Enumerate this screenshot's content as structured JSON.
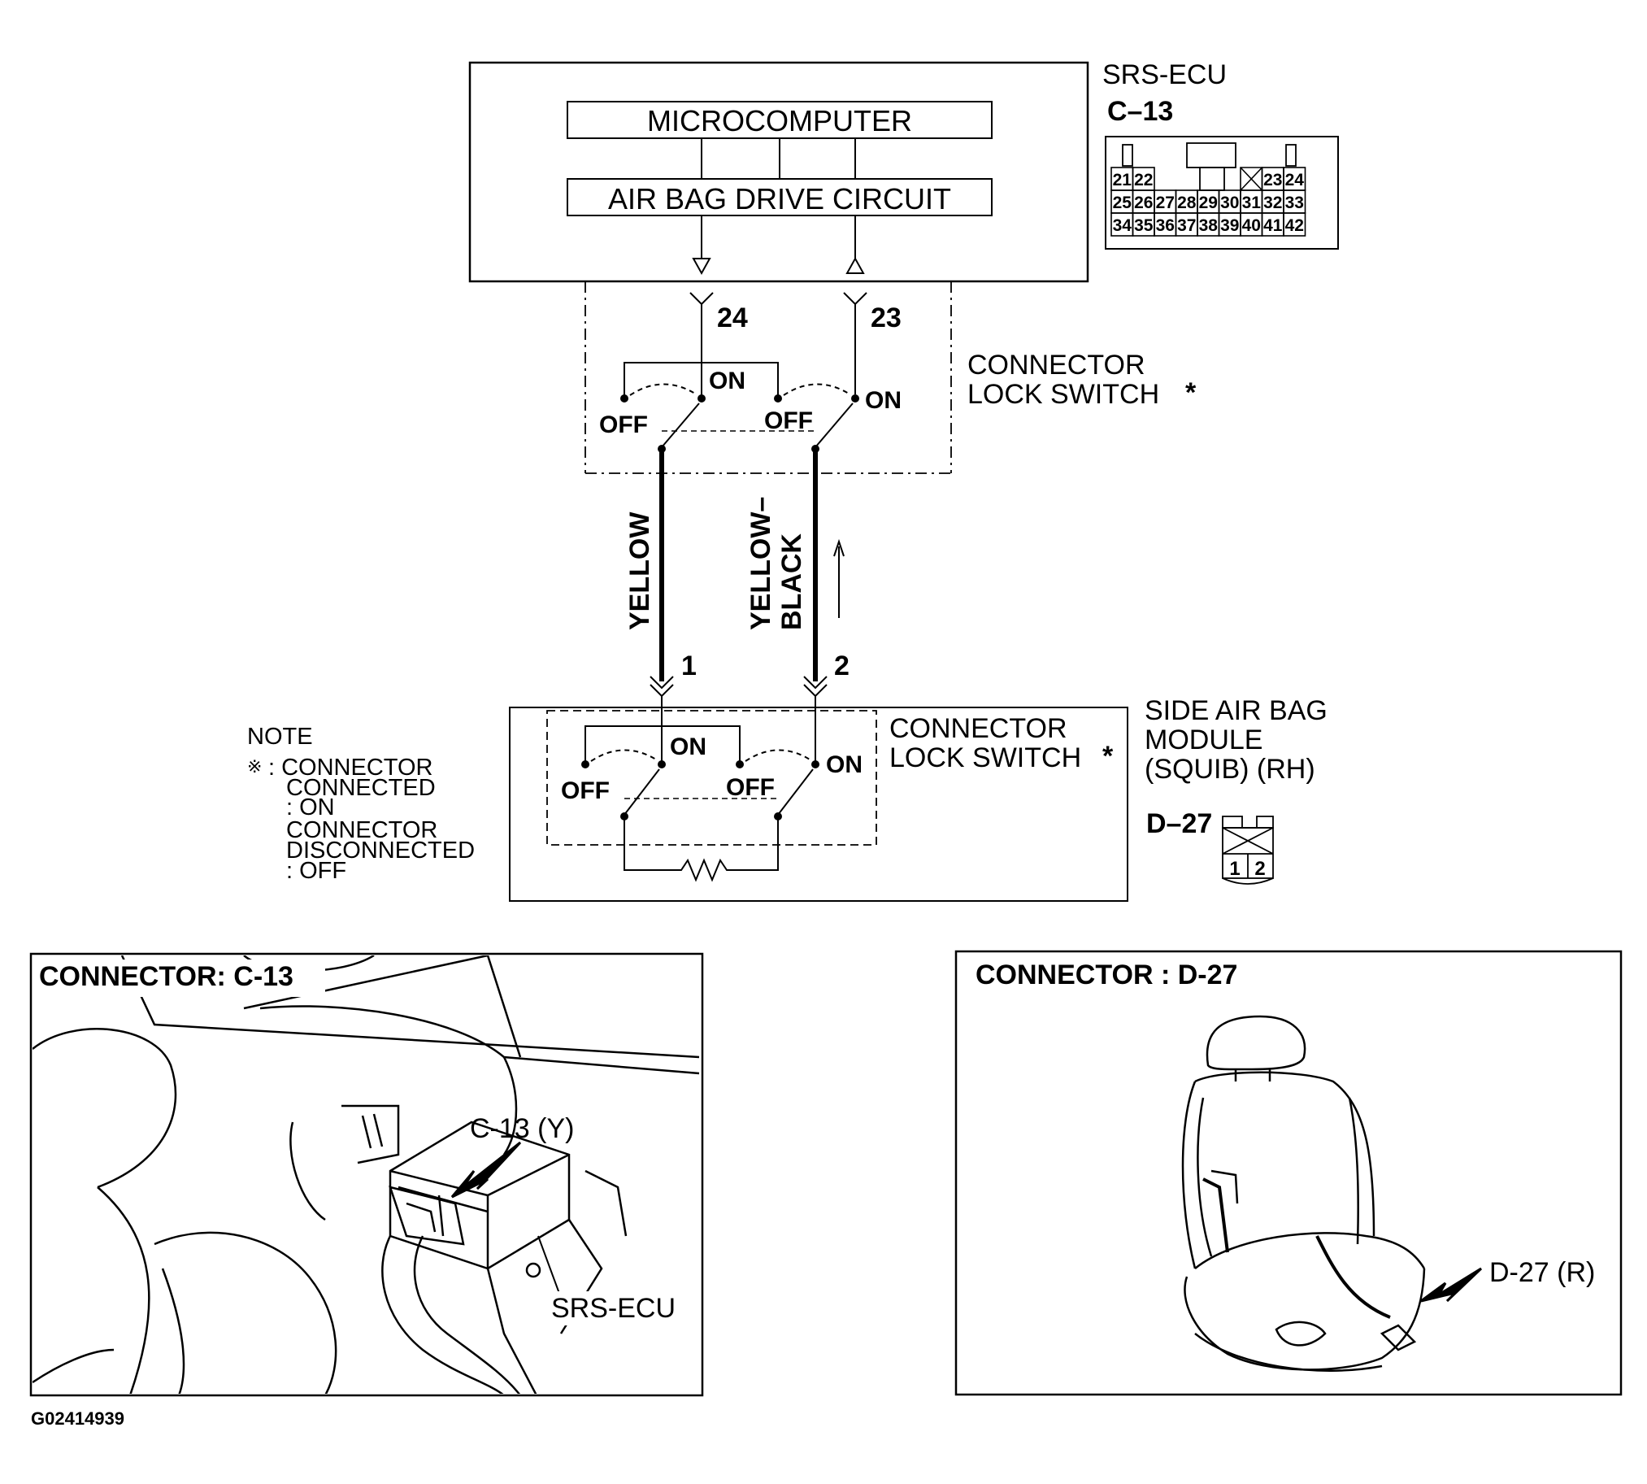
{
  "ecu": {
    "title": "SRS-ECU",
    "connector_id": "C–13",
    "microcomputer_label": "MICROCOMPUTER",
    "drive_circuit_label": "AIR BAG DRIVE CIRCUIT",
    "pin_left": "24",
    "pin_right": "23",
    "pinout_rows": [
      [
        "21",
        "22",
        "",
        "",
        "",
        "",
        "",
        "",
        "23",
        "24"
      ],
      [
        "25",
        "26",
        "27",
        "28",
        "29",
        "30",
        "31",
        "32",
        "33"
      ],
      [
        "34",
        "35",
        "36",
        "37",
        "38",
        "39",
        "40",
        "41",
        "42"
      ]
    ]
  },
  "lock_switch_upper": {
    "label_line1": "CONNECTOR",
    "label_line2": "LOCK SWITCH",
    "asterisk": "*",
    "on_left": "ON",
    "off_left": "OFF",
    "on_right": "ON",
    "off_right": "OFF"
  },
  "wires": {
    "left_color": "YELLOW",
    "right_color_line1": "YELLOW–",
    "right_color_line2": "BLACK",
    "left_pin": "1",
    "right_pin": "2"
  },
  "module": {
    "title_line1": "SIDE AIR BAG",
    "title_line2": "MODULE",
    "title_line3": "(SQUIB) (RH)",
    "connector_id": "D–27",
    "pin1": "1",
    "pin2": "2",
    "lock_label_line1": "CONNECTOR",
    "lock_label_line2": "LOCK SWITCH",
    "asterisk": "*",
    "on_left": "ON",
    "off_left": "OFF",
    "on_right": "ON",
    "off_right": "OFF"
  },
  "note": {
    "title": "NOTE",
    "marker": "※",
    "line1": ": CONNECTOR",
    "line2": "CONNECTED",
    "line3": ": ON",
    "line4": "CONNECTOR",
    "line5": "DISCONNECTED",
    "line6": ": OFF"
  },
  "panel_c13": {
    "title": "CONNECTOR: C-13",
    "callout": "C-13 (Y)",
    "part_label": "SRS-ECU"
  },
  "panel_d27": {
    "title": "CONNECTOR : D-27",
    "callout": "D-27 (R)"
  },
  "figure_id": "G02414939"
}
